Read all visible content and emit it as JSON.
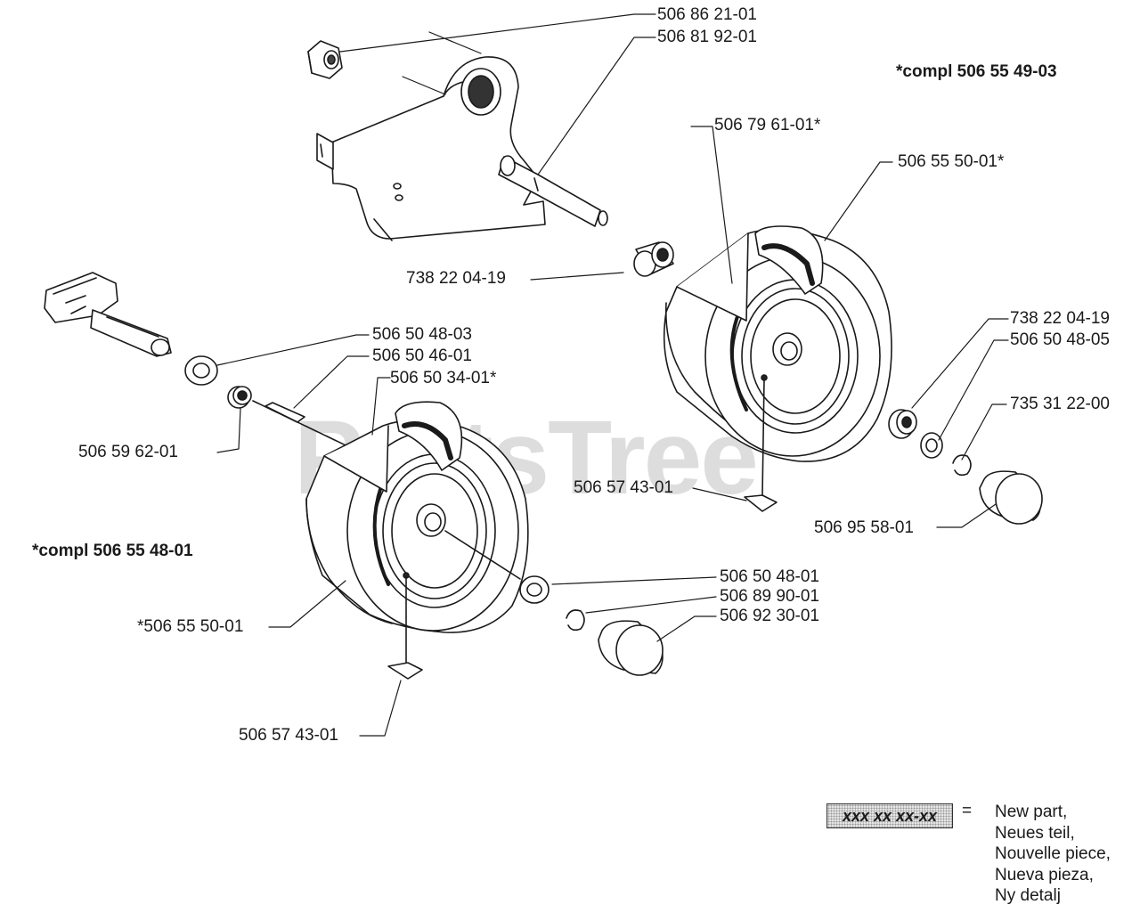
{
  "watermark": "PartsTree",
  "assemblies": {
    "right_wheel": "*compl 506 55 49-03",
    "left_wheel": "*compl 506 55 48-01"
  },
  "labels": {
    "p_506_86_21_01": "506 86 21-01",
    "p_506_81_92_01": "506 81 92-01",
    "p_506_79_61_01": "506 79 61-01*",
    "p_506_55_50_01_right": "506 55 50-01*",
    "p_738_22_04_19_upper": "738 22 04-19",
    "p_738_22_04_19_right": "738 22 04-19",
    "p_506_50_48_05": "506 50 48-05",
    "p_735_31_22_00": "735 31 22-00",
    "p_506_57_43_01_right": "506 57 43-01",
    "p_506_95_58_01": "506 95 58-01",
    "p_506_50_48_03": "506 50 48-03",
    "p_506_50_46_01": "506 50 46-01",
    "p_506_50_34_01": "506 50 34-01*",
    "p_506_59_62_01": "506 59 62-01",
    "p_506_50_48_01": "506 50 48-01",
    "p_506_89_90_01": "506 89 90-01",
    "p_506_92_30_01": "506 92 30-01",
    "p_506_55_50_01_left": "*506 55 50-01",
    "p_506_57_43_01_left": "506 57 43-01"
  },
  "legend": {
    "box_text": "xxx xx xx-xx",
    "equals": "=",
    "lines": [
      "New part,",
      "Neues teil,",
      "Nouvelle piece,",
      "Nueva pieza,",
      "Ny detalj"
    ]
  }
}
